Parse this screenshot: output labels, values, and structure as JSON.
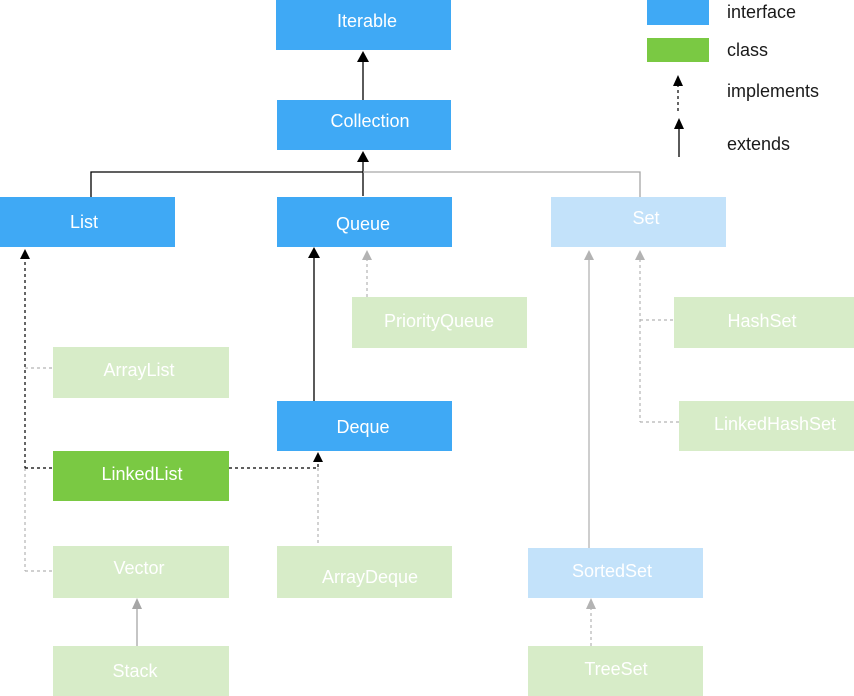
{
  "colors": {
    "interface": "#3fa9f5",
    "interface_faded": "#c3e2fa",
    "class": "#7ac943",
    "class_faded": "#d7ecc8",
    "text_strong": "#ffffff",
    "text_faded": "#ffffff",
    "line_strong": "#000000",
    "line_faded": "#a6a6a6"
  },
  "legend": {
    "interface": "interface",
    "class": "class",
    "implements": "implements",
    "extends": "extends"
  },
  "nodes": {
    "iterable": "Iterable",
    "collection": "Collection",
    "list": "List",
    "queue": "Queue",
    "set": "Set",
    "priority_queue": "PriorityQueue",
    "hash_set": "HashSet",
    "array_list": "ArrayList",
    "deque": "Deque",
    "linked_hash_set": "LinkedHashSet",
    "linked_list": "LinkedList",
    "vector": "Vector",
    "array_deque": "ArrayDeque",
    "sorted_set": "SortedSet",
    "stack": "Stack",
    "tree_set": "TreeSet"
  }
}
